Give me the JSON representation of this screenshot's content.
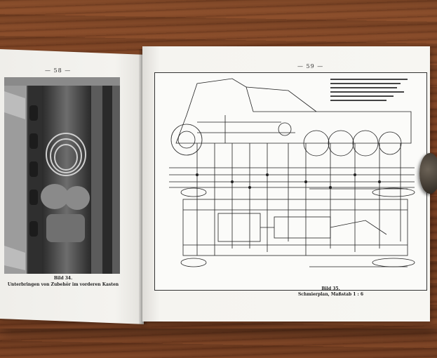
{
  "left_page": {
    "page_number": "— 58 —",
    "figure_label": "Bild 34.",
    "caption": "Unterbringen von Zubehör im vorderen Kasten"
  },
  "right_page": {
    "page_number": "— 59 —",
    "figure_label": "Bild 35.",
    "caption": "Schmierplan, Maßstab 1 : 6"
  },
  "colors": {
    "table_wood": "#7a4226",
    "paper": "#f5f4f0",
    "ink": "#222222"
  }
}
